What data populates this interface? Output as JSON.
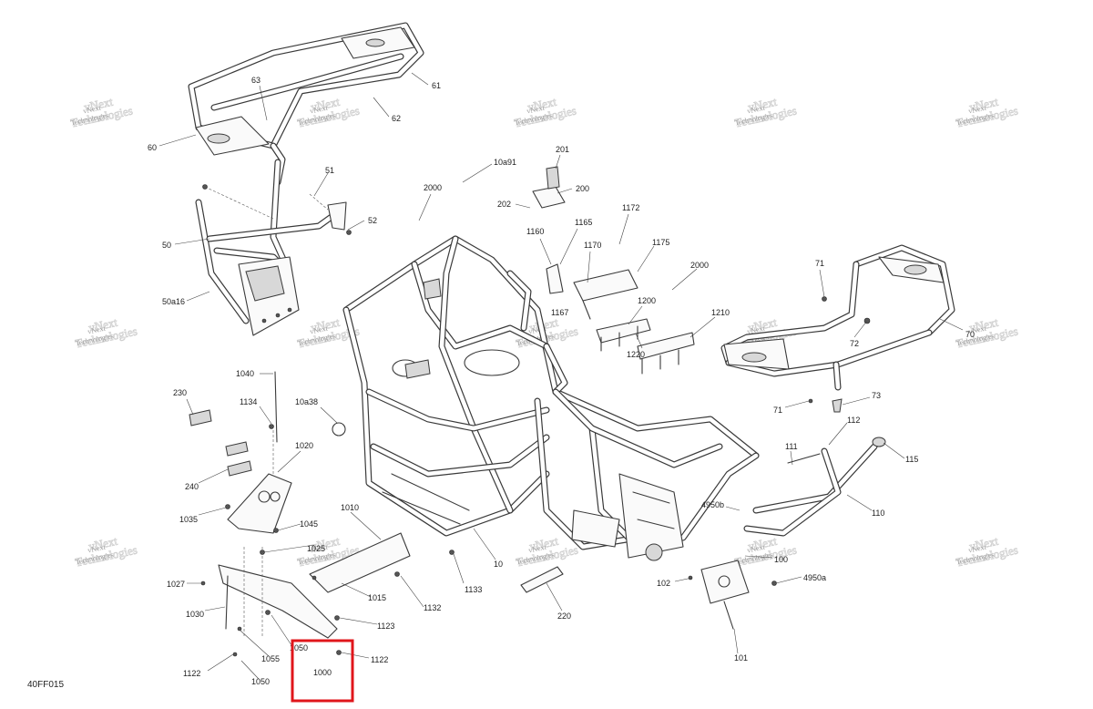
{
  "diagram_id": "40FF015",
  "watermark": {
    "line1": "vNext",
    "line2": "Technologies"
  },
  "highlight_color": "#e0161b",
  "callouts": [
    {
      "id": "c60",
      "text": "60"
    },
    {
      "id": "c63",
      "text": "63"
    },
    {
      "id": "c61",
      "text": "61"
    },
    {
      "id": "c62",
      "text": "62"
    },
    {
      "id": "c51",
      "text": "51"
    },
    {
      "id": "c52",
      "text": "52"
    },
    {
      "id": "c50",
      "text": "50"
    },
    {
      "id": "c50a16",
      "text": "50a16"
    },
    {
      "id": "c2000a",
      "text": "2000"
    },
    {
      "id": "c10a91",
      "text": "10a91"
    },
    {
      "id": "c201",
      "text": "201"
    },
    {
      "id": "c200",
      "text": "200"
    },
    {
      "id": "c202",
      "text": "202"
    },
    {
      "id": "c1160",
      "text": "1160"
    },
    {
      "id": "c1165",
      "text": "1165"
    },
    {
      "id": "c1170",
      "text": "1170"
    },
    {
      "id": "c1172",
      "text": "1172"
    },
    {
      "id": "c1175",
      "text": "1175"
    },
    {
      "id": "c1167",
      "text": "1167"
    },
    {
      "id": "c2000b",
      "text": "2000"
    },
    {
      "id": "c1200",
      "text": "1200"
    },
    {
      "id": "c1210",
      "text": "1210"
    },
    {
      "id": "c1220",
      "text": "1220"
    },
    {
      "id": "c71a",
      "text": "71"
    },
    {
      "id": "c70",
      "text": "70"
    },
    {
      "id": "c72",
      "text": "72"
    },
    {
      "id": "c71b",
      "text": "71"
    },
    {
      "id": "c73",
      "text": "73"
    },
    {
      "id": "c1040",
      "text": "1040"
    },
    {
      "id": "c230",
      "text": "230"
    },
    {
      "id": "c1134",
      "text": "1134"
    },
    {
      "id": "c10a38",
      "text": "10a38"
    },
    {
      "id": "c1020",
      "text": "1020"
    },
    {
      "id": "c240",
      "text": "240"
    },
    {
      "id": "c1035",
      "text": "1035"
    },
    {
      "id": "c1045",
      "text": "1045"
    },
    {
      "id": "c1025",
      "text": "1025"
    },
    {
      "id": "c1010",
      "text": "1010"
    },
    {
      "id": "c1027",
      "text": "1027"
    },
    {
      "id": "c1030",
      "text": "1030"
    },
    {
      "id": "c1015",
      "text": "1015"
    },
    {
      "id": "c1132",
      "text": "1132"
    },
    {
      "id": "c1133",
      "text": "1133"
    },
    {
      "id": "c10",
      "text": "10"
    },
    {
      "id": "c1123",
      "text": "1123"
    },
    {
      "id": "c1055",
      "text": "1055"
    },
    {
      "id": "c1050a",
      "text": "1050"
    },
    {
      "id": "c1122a",
      "text": "1122"
    },
    {
      "id": "c1050b",
      "text": "1050"
    },
    {
      "id": "c1000",
      "text": "1000"
    },
    {
      "id": "c1122b",
      "text": "1122"
    },
    {
      "id": "c220",
      "text": "220"
    },
    {
      "id": "c112",
      "text": "112"
    },
    {
      "id": "c111",
      "text": "111"
    },
    {
      "id": "c115",
      "text": "115"
    },
    {
      "id": "c4950b",
      "text": "4950b"
    },
    {
      "id": "c110",
      "text": "110"
    },
    {
      "id": "c100",
      "text": "100"
    },
    {
      "id": "c4950a",
      "text": "4950a"
    },
    {
      "id": "c102",
      "text": "102"
    },
    {
      "id": "c101",
      "text": "101"
    }
  ]
}
